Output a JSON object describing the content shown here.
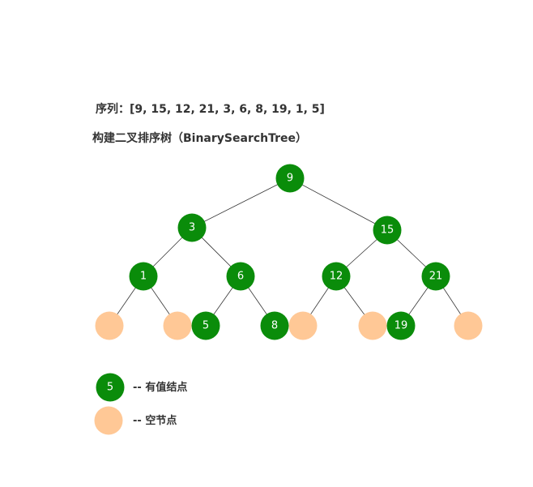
{
  "sequence_text": "序列：[9, 15, 12, 21, 3, 6, 8, 19, 1, 5]",
  "title_text": "构建二叉排序树（BinarySearchTree）",
  "colors": {
    "value_node": "#0a8c0a",
    "empty_node": "#ffc896",
    "edge": "#333333",
    "node_text": "#ffffff"
  },
  "tree": {
    "nodes": [
      {
        "id": "n9",
        "type": "value",
        "label": "9"
      },
      {
        "id": "n3",
        "type": "value",
        "label": "3"
      },
      {
        "id": "n15",
        "type": "value",
        "label": "15"
      },
      {
        "id": "n1",
        "type": "value",
        "label": "1"
      },
      {
        "id": "n6",
        "type": "value",
        "label": "6"
      },
      {
        "id": "n12",
        "type": "value",
        "label": "12"
      },
      {
        "id": "n21",
        "type": "value",
        "label": "21"
      },
      {
        "id": "e1",
        "type": "empty",
        "label": ""
      },
      {
        "id": "e2",
        "type": "empty",
        "label": ""
      },
      {
        "id": "n5",
        "type": "value",
        "label": "5"
      },
      {
        "id": "n8",
        "type": "value",
        "label": "8"
      },
      {
        "id": "e3",
        "type": "empty",
        "label": ""
      },
      {
        "id": "e4",
        "type": "empty",
        "label": ""
      },
      {
        "id": "n19",
        "type": "value",
        "label": "19"
      },
      {
        "id": "e5",
        "type": "empty",
        "label": ""
      }
    ],
    "edges": [
      [
        "n9",
        "n3"
      ],
      [
        "n9",
        "n15"
      ],
      [
        "n3",
        "n1"
      ],
      [
        "n3",
        "n6"
      ],
      [
        "n15",
        "n12"
      ],
      [
        "n15",
        "n21"
      ],
      [
        "n1",
        "e1"
      ],
      [
        "n1",
        "e2"
      ],
      [
        "n6",
        "n5"
      ],
      [
        "n6",
        "n8"
      ],
      [
        "n12",
        "e3"
      ],
      [
        "n12",
        "e4"
      ],
      [
        "n21",
        "n19"
      ],
      [
        "n21",
        "e5"
      ]
    ]
  },
  "legend": {
    "value_sample_label": "5",
    "value_text": "-- 有值结点",
    "empty_text": "-- 空节点"
  }
}
